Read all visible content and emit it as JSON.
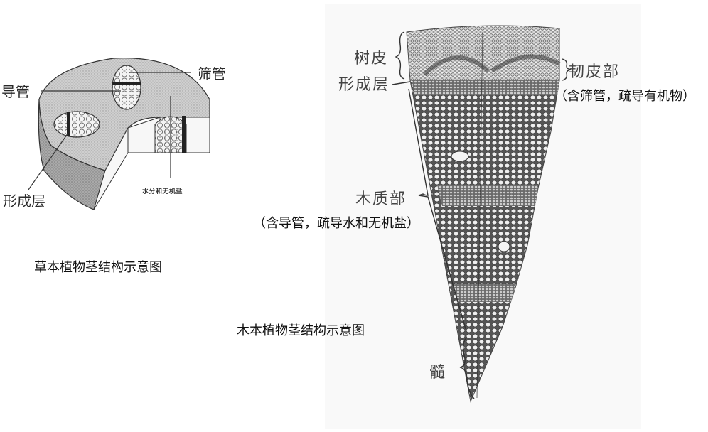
{
  "herbaceous": {
    "caption": "草本植物茎结构示意图",
    "labels": {
      "vessel": "导管",
      "sieve_tube": "筛管",
      "cambium": "形成层",
      "water_minerals": "水分和无机盐"
    }
  },
  "woody": {
    "caption": "木本植物茎结构示意图",
    "labels": {
      "bark": "树皮",
      "cambium": "形成层",
      "phloem": "韧皮部",
      "phloem_note": "（含筛管，疏导有机物）",
      "xylem": "木质部",
      "xylem_note": "（含导管，疏导水和无机盐）",
      "pith": "髓"
    }
  },
  "colors": {
    "tissue_fill": "#c9c9c9",
    "tissue_dark": "#6a6a6a",
    "line": "#333333",
    "panel_bg": "#f9f9f9"
  }
}
